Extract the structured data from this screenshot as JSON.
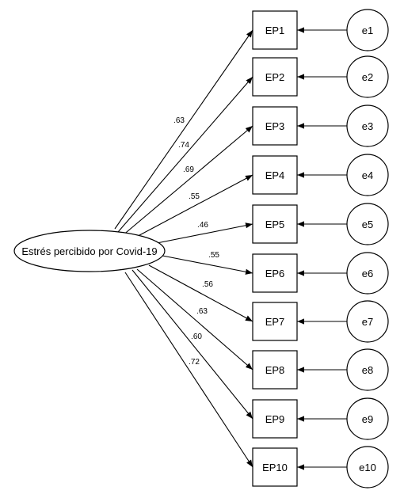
{
  "latent": {
    "label": "Estrés percibido por Covid-19"
  },
  "items": [
    {
      "label": "EP1",
      "error": "e1",
      "loading": ".63"
    },
    {
      "label": "EP2",
      "error": "e2",
      "loading": ".74"
    },
    {
      "label": "EP3",
      "error": "e3",
      "loading": ".69"
    },
    {
      "label": "EP4",
      "error": "e4",
      "loading": ".55"
    },
    {
      "label": "EP5",
      "error": "e5",
      "loading": ".46"
    },
    {
      "label": "EP6",
      "error": "e6",
      "loading": ".55"
    },
    {
      "label": "EP7",
      "error": "e7",
      "loading": ".56"
    },
    {
      "label": "EP8",
      "error": "e8",
      "loading": ".63"
    },
    {
      "label": "EP9",
      "error": "e9",
      "loading": ".60"
    },
    {
      "label": "EP10",
      "error": "e10",
      "loading": ".72"
    }
  ]
}
